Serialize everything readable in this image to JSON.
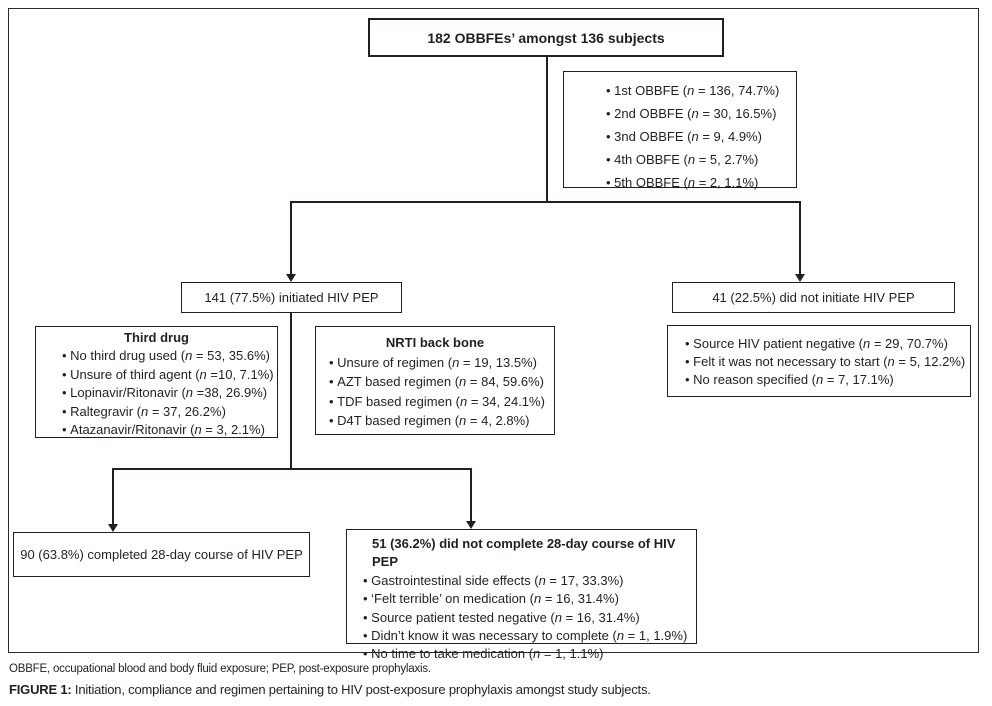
{
  "root": {
    "label": "182 OBBFEs’ amongst 136 subjects"
  },
  "obbfe_breakdown": {
    "items": [
      "1st OBBFE (n = 136, 74.7%)",
      "2nd OBBFE (n = 30, 16.5%)",
      "3nd OBBFE (n = 9, 4.9%)",
      "4th OBBFE (n = 5, 2.7%)",
      "5th OBBFE (n = 2, 1.1%)"
    ]
  },
  "initiated": {
    "label": "141 (77.5%) initiated HIV PEP"
  },
  "not_initiated": {
    "label": "41 (22.5%) did not initiate HIV PEP"
  },
  "third_drug": {
    "title": "Third drug",
    "items": [
      "No third drug used (n = 53, 35.6%)",
      "Unsure of third agent (n =10, 7.1%)",
      "Lopinavir/Ritonavir (n =38, 26.9%)",
      "Raltegravir (n = 37, 26.2%)",
      "Atazanavir/Ritonavir (n = 3, 2.1%)"
    ]
  },
  "nrti_backbone": {
    "title": "NRTI back bone",
    "items": [
      "Unsure of regimen (n = 19, 13.5%)",
      "AZT based regimen (n = 84, 59.6%)",
      "TDF based regimen (n = 34, 24.1%)",
      "D4T based regimen (n = 4, 2.8%)"
    ]
  },
  "not_initiated_reasons": {
    "items": [
      "Source HIV patient negative (n = 29, 70.7%)",
      "Felt it was not necessary to start (n = 5, 12.2%)",
      "No reason specified (n = 7, 17.1%)"
    ]
  },
  "completed": {
    "label": "90 (63.8%) completed 28-day course of HIV PEP"
  },
  "not_completed": {
    "title": "51 (36.2%) did not complete 28-day course of HIV PEP",
    "items": [
      "Gastrointestinal side effects (n = 17, 33.3%)",
      "‘Felt terrible’ on medication (n = 16, 31.4%)",
      "Source patient tested negative (n = 16, 31.4%)",
      "Didn’t know it was necessary to complete (n = 1, 1.9%)",
      "No time to take medication (n = 1, 1.1%)"
    ]
  },
  "footnote": "OBBFE, occupational blood and body fluid exposure; PEP, post-exposure prophylaxis.",
  "caption": {
    "label": "FIGURE 1:",
    "text": "Initiation, compliance and regimen pertaining to HIV post-exposure prophylaxis amongst study subjects."
  },
  "colors": {
    "ink": "#231f20",
    "background": "#ffffff"
  }
}
